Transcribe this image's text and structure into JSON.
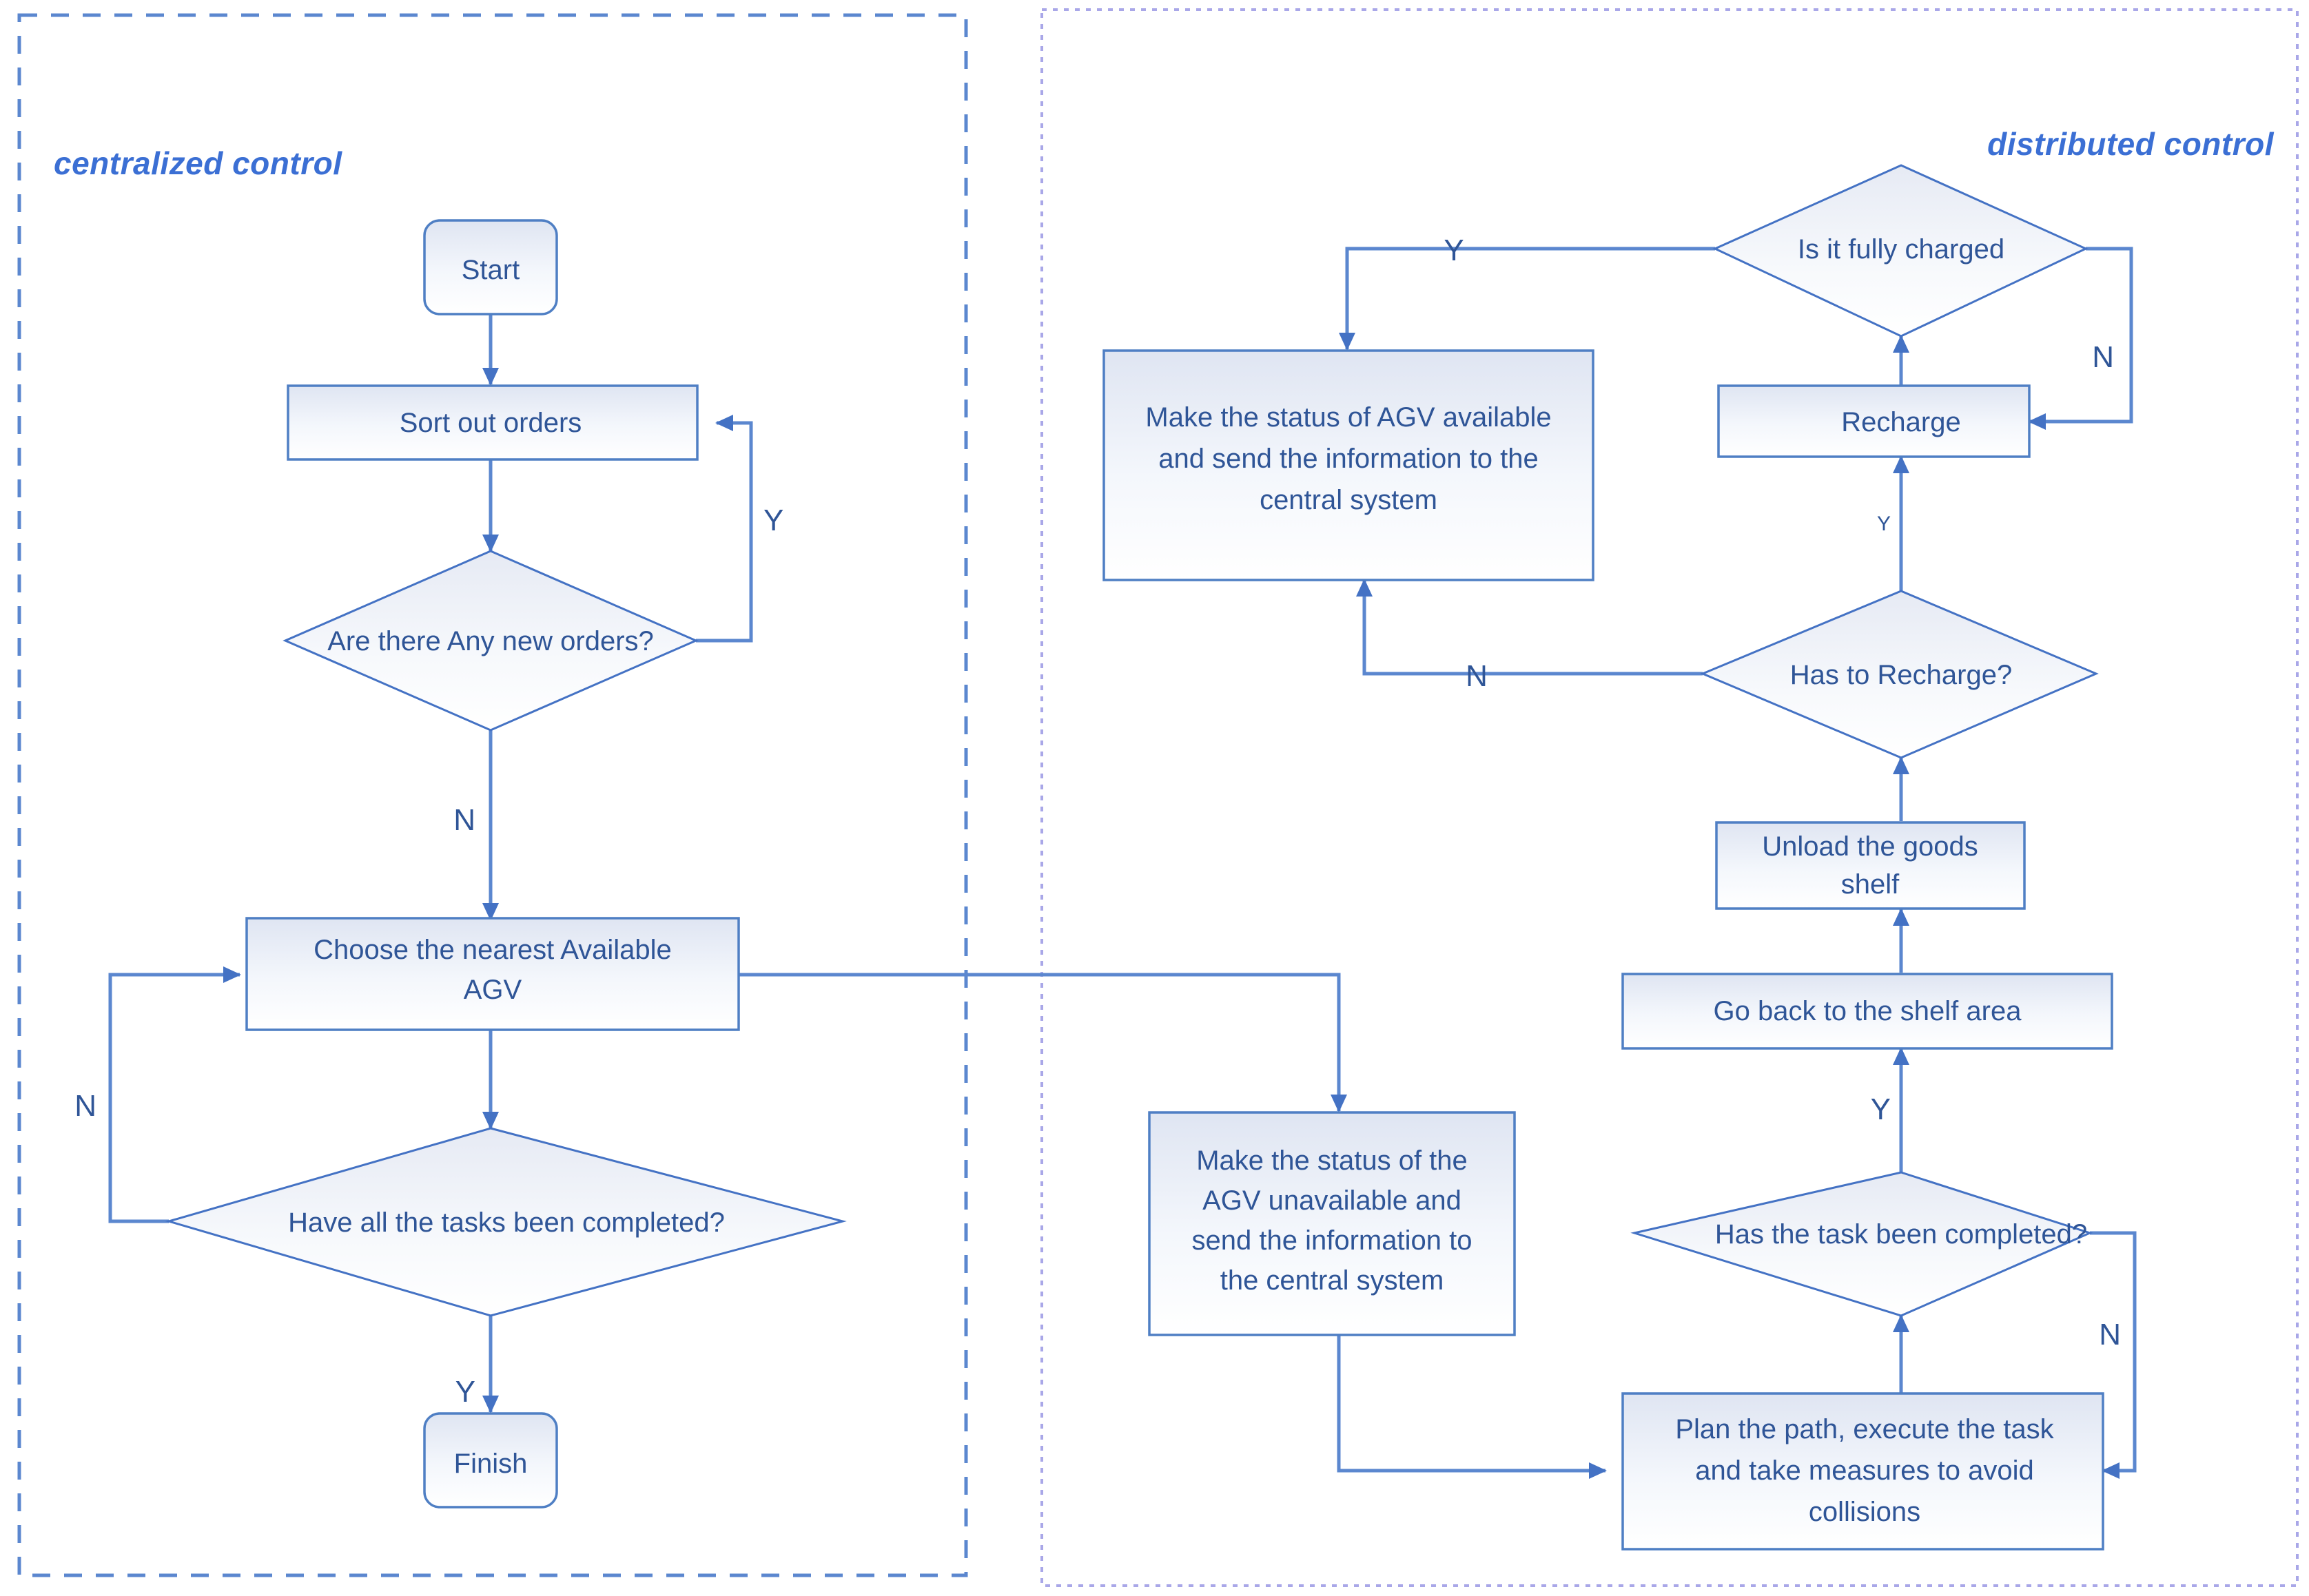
{
  "diagram": {
    "title_left": "centralized control",
    "title_right": "distributed control",
    "accent_color": "#3b6fd4",
    "node_text_color": "#2f5597",
    "shape_stroke_color": "#4f7fc4",
    "connector_color": "#5b87cf",
    "left_panel_border_color": "#5b87cf",
    "right_panel_border_color": "#a9a7e8"
  },
  "left_panel": {
    "title": "centralized control",
    "nodes": [
      {
        "id": "start",
        "shape": "rounded",
        "label": "Start"
      },
      {
        "id": "sort_orders",
        "shape": "process",
        "label": "Sort out orders"
      },
      {
        "id": "any_new",
        "shape": "decision",
        "label": "Are there Any new orders?"
      },
      {
        "id": "choose_agv",
        "shape": "process",
        "label": "Choose the nearest Available AGV"
      },
      {
        "id": "all_done",
        "shape": "decision",
        "label": "Have all the tasks been completed?"
      },
      {
        "id": "finish",
        "shape": "rounded",
        "label": "Finish"
      }
    ],
    "edge_labels": {
      "any_new_yes": "Y",
      "any_new_no": "N",
      "all_done_no": "N",
      "all_done_yes": "Y"
    }
  },
  "right_panel": {
    "title": "distributed control",
    "nodes": [
      {
        "id": "fully_charged",
        "shape": "decision",
        "label": "Is it fully charged"
      },
      {
        "id": "recharge",
        "shape": "process",
        "label": "Recharge"
      },
      {
        "id": "make_available",
        "shape": "process",
        "label": "Make the status of AGV available and send the information to the central system",
        "lines": [
          "Make the status of AGV available",
          "and send the information to the",
          "central system"
        ]
      },
      {
        "id": "has_recharge",
        "shape": "decision",
        "label": "Has to Recharge?"
      },
      {
        "id": "unload_shelf",
        "shape": "process",
        "label": "Unload the goods shelf",
        "lines": [
          "Unload the goods",
          "shelf"
        ]
      },
      {
        "id": "go_back_shelf",
        "shape": "process",
        "label": "Go back to the shelf area"
      },
      {
        "id": "task_completed",
        "shape": "decision",
        "label": "Has the task been completed?"
      },
      {
        "id": "plan_path",
        "shape": "process",
        "label": "Plan the path, execute the task and take measures to avoid collisions",
        "lines": [
          "Plan the path, execute the task",
          "and take measures to avoid",
          "collisions"
        ]
      },
      {
        "id": "make_unavailable",
        "shape": "process",
        "label": "Make the status of the AGV unavailable and send the information to the central system",
        "lines": [
          "Make the status of the",
          "AGV unavailable and",
          "send the information to",
          "the central system"
        ]
      }
    ],
    "edge_labels": {
      "fully_charged_yes": "Y",
      "fully_charged_no": "N",
      "has_recharge_yes": "Y",
      "has_recharge_no": "N",
      "task_completed_yes": "Y",
      "task_completed_no": "N"
    }
  }
}
